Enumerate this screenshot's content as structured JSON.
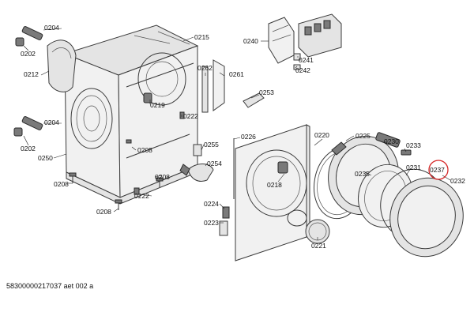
{
  "diagram": {
    "callouts": [
      "0204",
      "0202",
      "0212",
      "0204",
      "0202",
      "0250",
      "0208",
      "0215",
      "0219",
      "0262",
      "0261",
      "0222",
      "0253",
      "0208",
      "0255",
      "0254",
      "0208",
      "0222",
      "0208",
      "0226",
      "0218",
      "0224",
      "0223",
      "0220",
      "0225",
      "0230",
      "0233",
      "0235",
      "0231",
      "0237",
      "0232",
      "0221",
      "0240",
      "0241",
      "0242"
    ],
    "highlighted_callout": "0237",
    "highlight_color": "#d62828",
    "reference": "58300000217037 aet 002 a"
  }
}
